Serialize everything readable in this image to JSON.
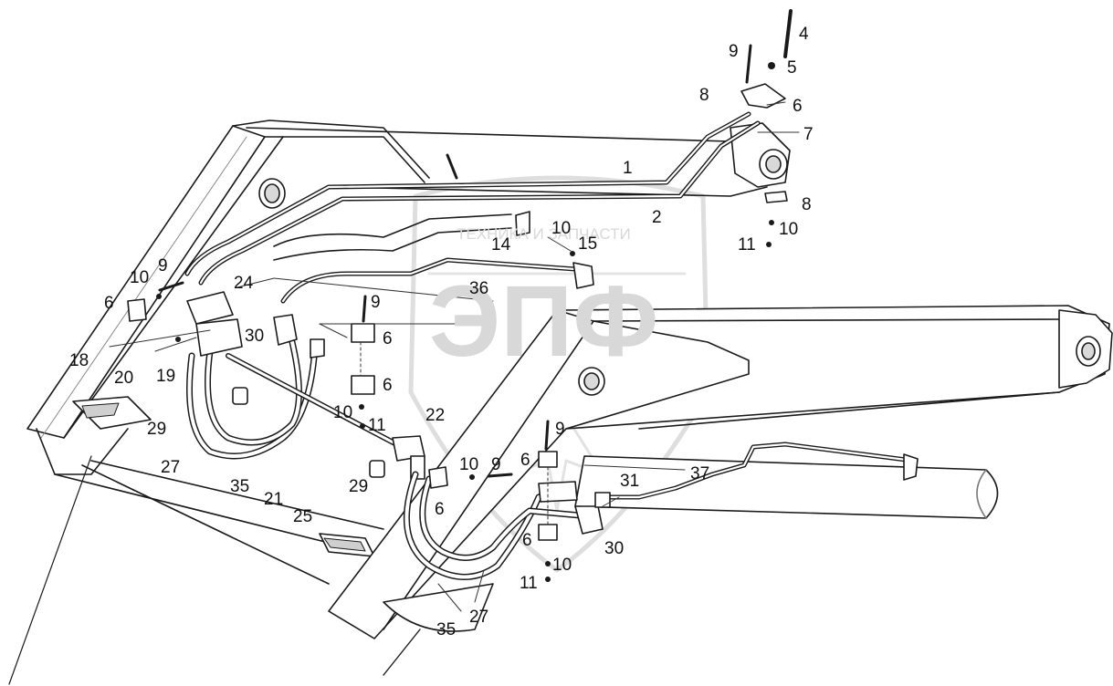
{
  "colors": {
    "line": "#1a1a1a",
    "fill": "#ffffff",
    "shade": "#e9e9e9",
    "watermark": "#d8d8d8"
  },
  "watermark": {
    "top_text": "ТЕХНИКА И ЗАПЧАСТИ",
    "logo_text": "ЭПФ"
  },
  "callouts": [
    {
      "id": "c1",
      "text": "1"
    },
    {
      "id": "c2",
      "text": "2"
    },
    {
      "id": "c4",
      "text": "4"
    },
    {
      "id": "c5",
      "text": "5"
    },
    {
      "id": "c6a",
      "text": "6"
    },
    {
      "id": "c7",
      "text": "7"
    },
    {
      "id": "c8a",
      "text": "8"
    },
    {
      "id": "c8b",
      "text": "8"
    },
    {
      "id": "c9a",
      "text": "9"
    },
    {
      "id": "c10a",
      "text": "10"
    },
    {
      "id": "c11a",
      "text": "11"
    },
    {
      "id": "c10b",
      "text": "10"
    },
    {
      "id": "c14",
      "text": "14"
    },
    {
      "id": "c15",
      "text": "15"
    },
    {
      "id": "c10c",
      "text": "10"
    },
    {
      "id": "c9b",
      "text": "9"
    },
    {
      "id": "c6b",
      "text": "6"
    },
    {
      "id": "c24",
      "text": "24"
    },
    {
      "id": "c36",
      "text": "36"
    },
    {
      "id": "c9c",
      "text": "9"
    },
    {
      "id": "c30a",
      "text": "30"
    },
    {
      "id": "c6c",
      "text": "6"
    },
    {
      "id": "c18",
      "text": "18"
    },
    {
      "id": "c20",
      "text": "20"
    },
    {
      "id": "c19",
      "text": "19"
    },
    {
      "id": "c6d",
      "text": "6"
    },
    {
      "id": "c10d",
      "text": "10"
    },
    {
      "id": "c11b",
      "text": "11"
    },
    {
      "id": "c29a",
      "text": "29"
    },
    {
      "id": "c22",
      "text": "22"
    },
    {
      "id": "c27a",
      "text": "27"
    },
    {
      "id": "c35a",
      "text": "35"
    },
    {
      "id": "c21",
      "text": "21"
    },
    {
      "id": "c25",
      "text": "25"
    },
    {
      "id": "c29b",
      "text": "29"
    },
    {
      "id": "c9d",
      "text": "9"
    },
    {
      "id": "c10e",
      "text": "10"
    },
    {
      "id": "c9e",
      "text": "9"
    },
    {
      "id": "c6e",
      "text": "6"
    },
    {
      "id": "c37",
      "text": "37"
    },
    {
      "id": "c31",
      "text": "31"
    },
    {
      "id": "c6f",
      "text": "6"
    },
    {
      "id": "c6g",
      "text": "6"
    },
    {
      "id": "c30b",
      "text": "30"
    },
    {
      "id": "c10f",
      "text": "10"
    },
    {
      "id": "c11c",
      "text": "11"
    },
    {
      "id": "c35b",
      "text": "35"
    },
    {
      "id": "c27b",
      "text": "27"
    }
  ]
}
